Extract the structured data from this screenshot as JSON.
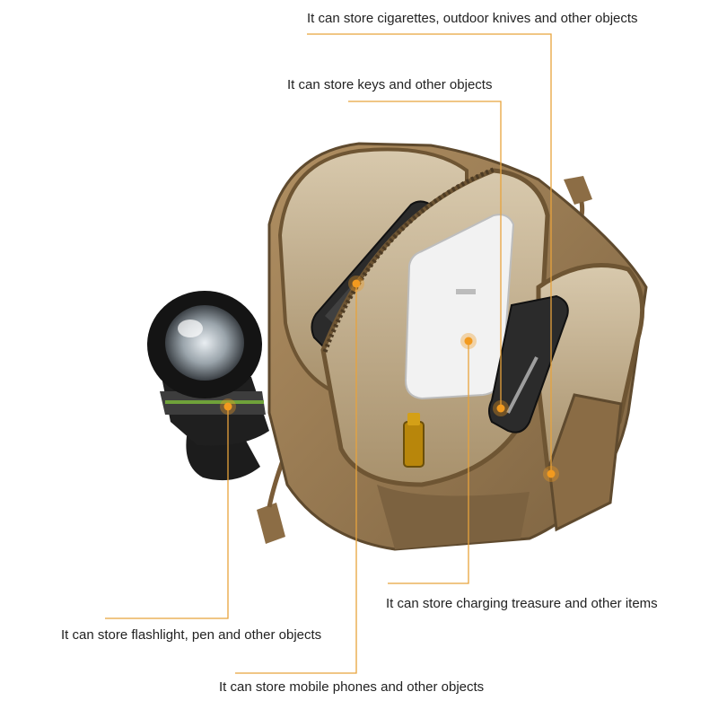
{
  "labels": {
    "cigarettes": "It can store cigarettes, outdoor knives and other objects",
    "keys": "It can store keys and other objects",
    "charging": "It can store charging treasure and other items",
    "flashlight": "It can store flashlight, pen and other objects",
    "phones": "It can store mobile phones and other objects"
  },
  "colors": {
    "callout_line": "#e8a33c",
    "callout_dot": "#f29a1f",
    "pouch_tan": "#9a7b52",
    "pouch_dark": "#6e5533",
    "lining": "#c9b79a",
    "flashlight": "#1c1c1c",
    "flashlight_band": "#6fa23a",
    "power_bank": "#f2f2f2",
    "phone": "#2b2b2b"
  }
}
